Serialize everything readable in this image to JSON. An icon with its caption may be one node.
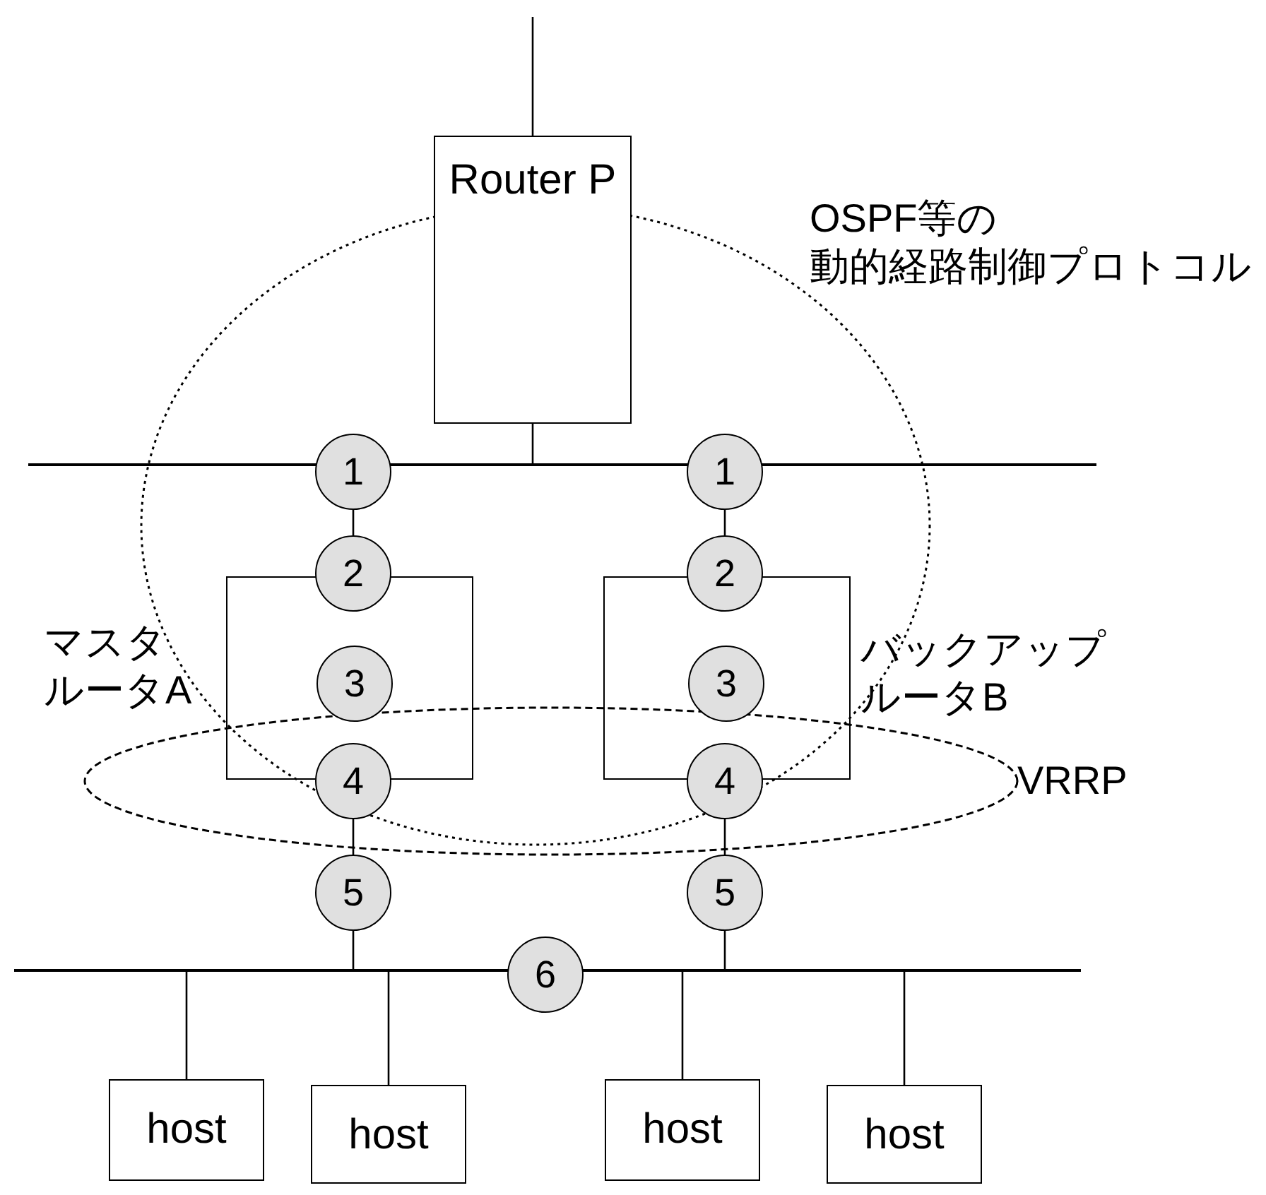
{
  "diagram": {
    "nodes": [
      {
        "text": [
          "Router P"
        ]
      },
      {
        "text": [],
        "shape": "bar"
      },
      {
        "text": [
          "1"
        ]
      },
      {
        "text": [
          "1"
        ]
      },
      {
        "text": [
          "マスタルータA"
        ]
      },
      {
        "text": [
          "バックアップルータB"
        ]
      },
      {
        "text": [
          "2"
        ]
      },
      {
        "text": [
          "2"
        ]
      },
      {
        "text": [
          "3"
        ],
        "in": 4
      },
      {
        "text": [
          "3"
        ],
        "in": 5
      },
      {
        "text": [
          "4"
        ]
      },
      {
        "text": [
          "4"
        ]
      },
      {
        "text": [
          "5"
        ]
      },
      {
        "text": [
          "5"
        ]
      },
      {
        "text": [],
        "shape": "bar"
      },
      {
        "text": [
          "6"
        ]
      },
      {
        "text": [
          "host"
        ]
      },
      {
        "text": [
          "host"
        ]
      },
      {
        "text": [
          "host"
        ]
      },
      {
        "text": [
          "host"
        ]
      }
    ],
    "edges": [
      {
        "from": null,
        "to": 0,
        "arrow": "none"
      },
      {
        "from": 0,
        "to": 1,
        "arrow": "none"
      },
      {
        "from": 2,
        "to": 6,
        "arrow": "none"
      },
      {
        "from": 3,
        "to": 7,
        "arrow": "none"
      },
      {
        "from": 10,
        "to": 12,
        "arrow": "none"
      },
      {
        "from": 11,
        "to": 13,
        "arrow": "none"
      },
      {
        "from": 12,
        "to": 14,
        "arrow": "none"
      },
      {
        "from": 13,
        "to": 14,
        "arrow": "none"
      },
      {
        "from": 14,
        "to": 16,
        "arrow": "none"
      },
      {
        "from": 14,
        "to": 17,
        "arrow": "none"
      },
      {
        "from": 14,
        "to": 18,
        "arrow": "none"
      },
      {
        "from": 14,
        "to": 19,
        "arrow": "none"
      }
    ],
    "labels": [
      "OSPF等の動的経路制御プロトコル",
      "VRRP"
    ]
  }
}
